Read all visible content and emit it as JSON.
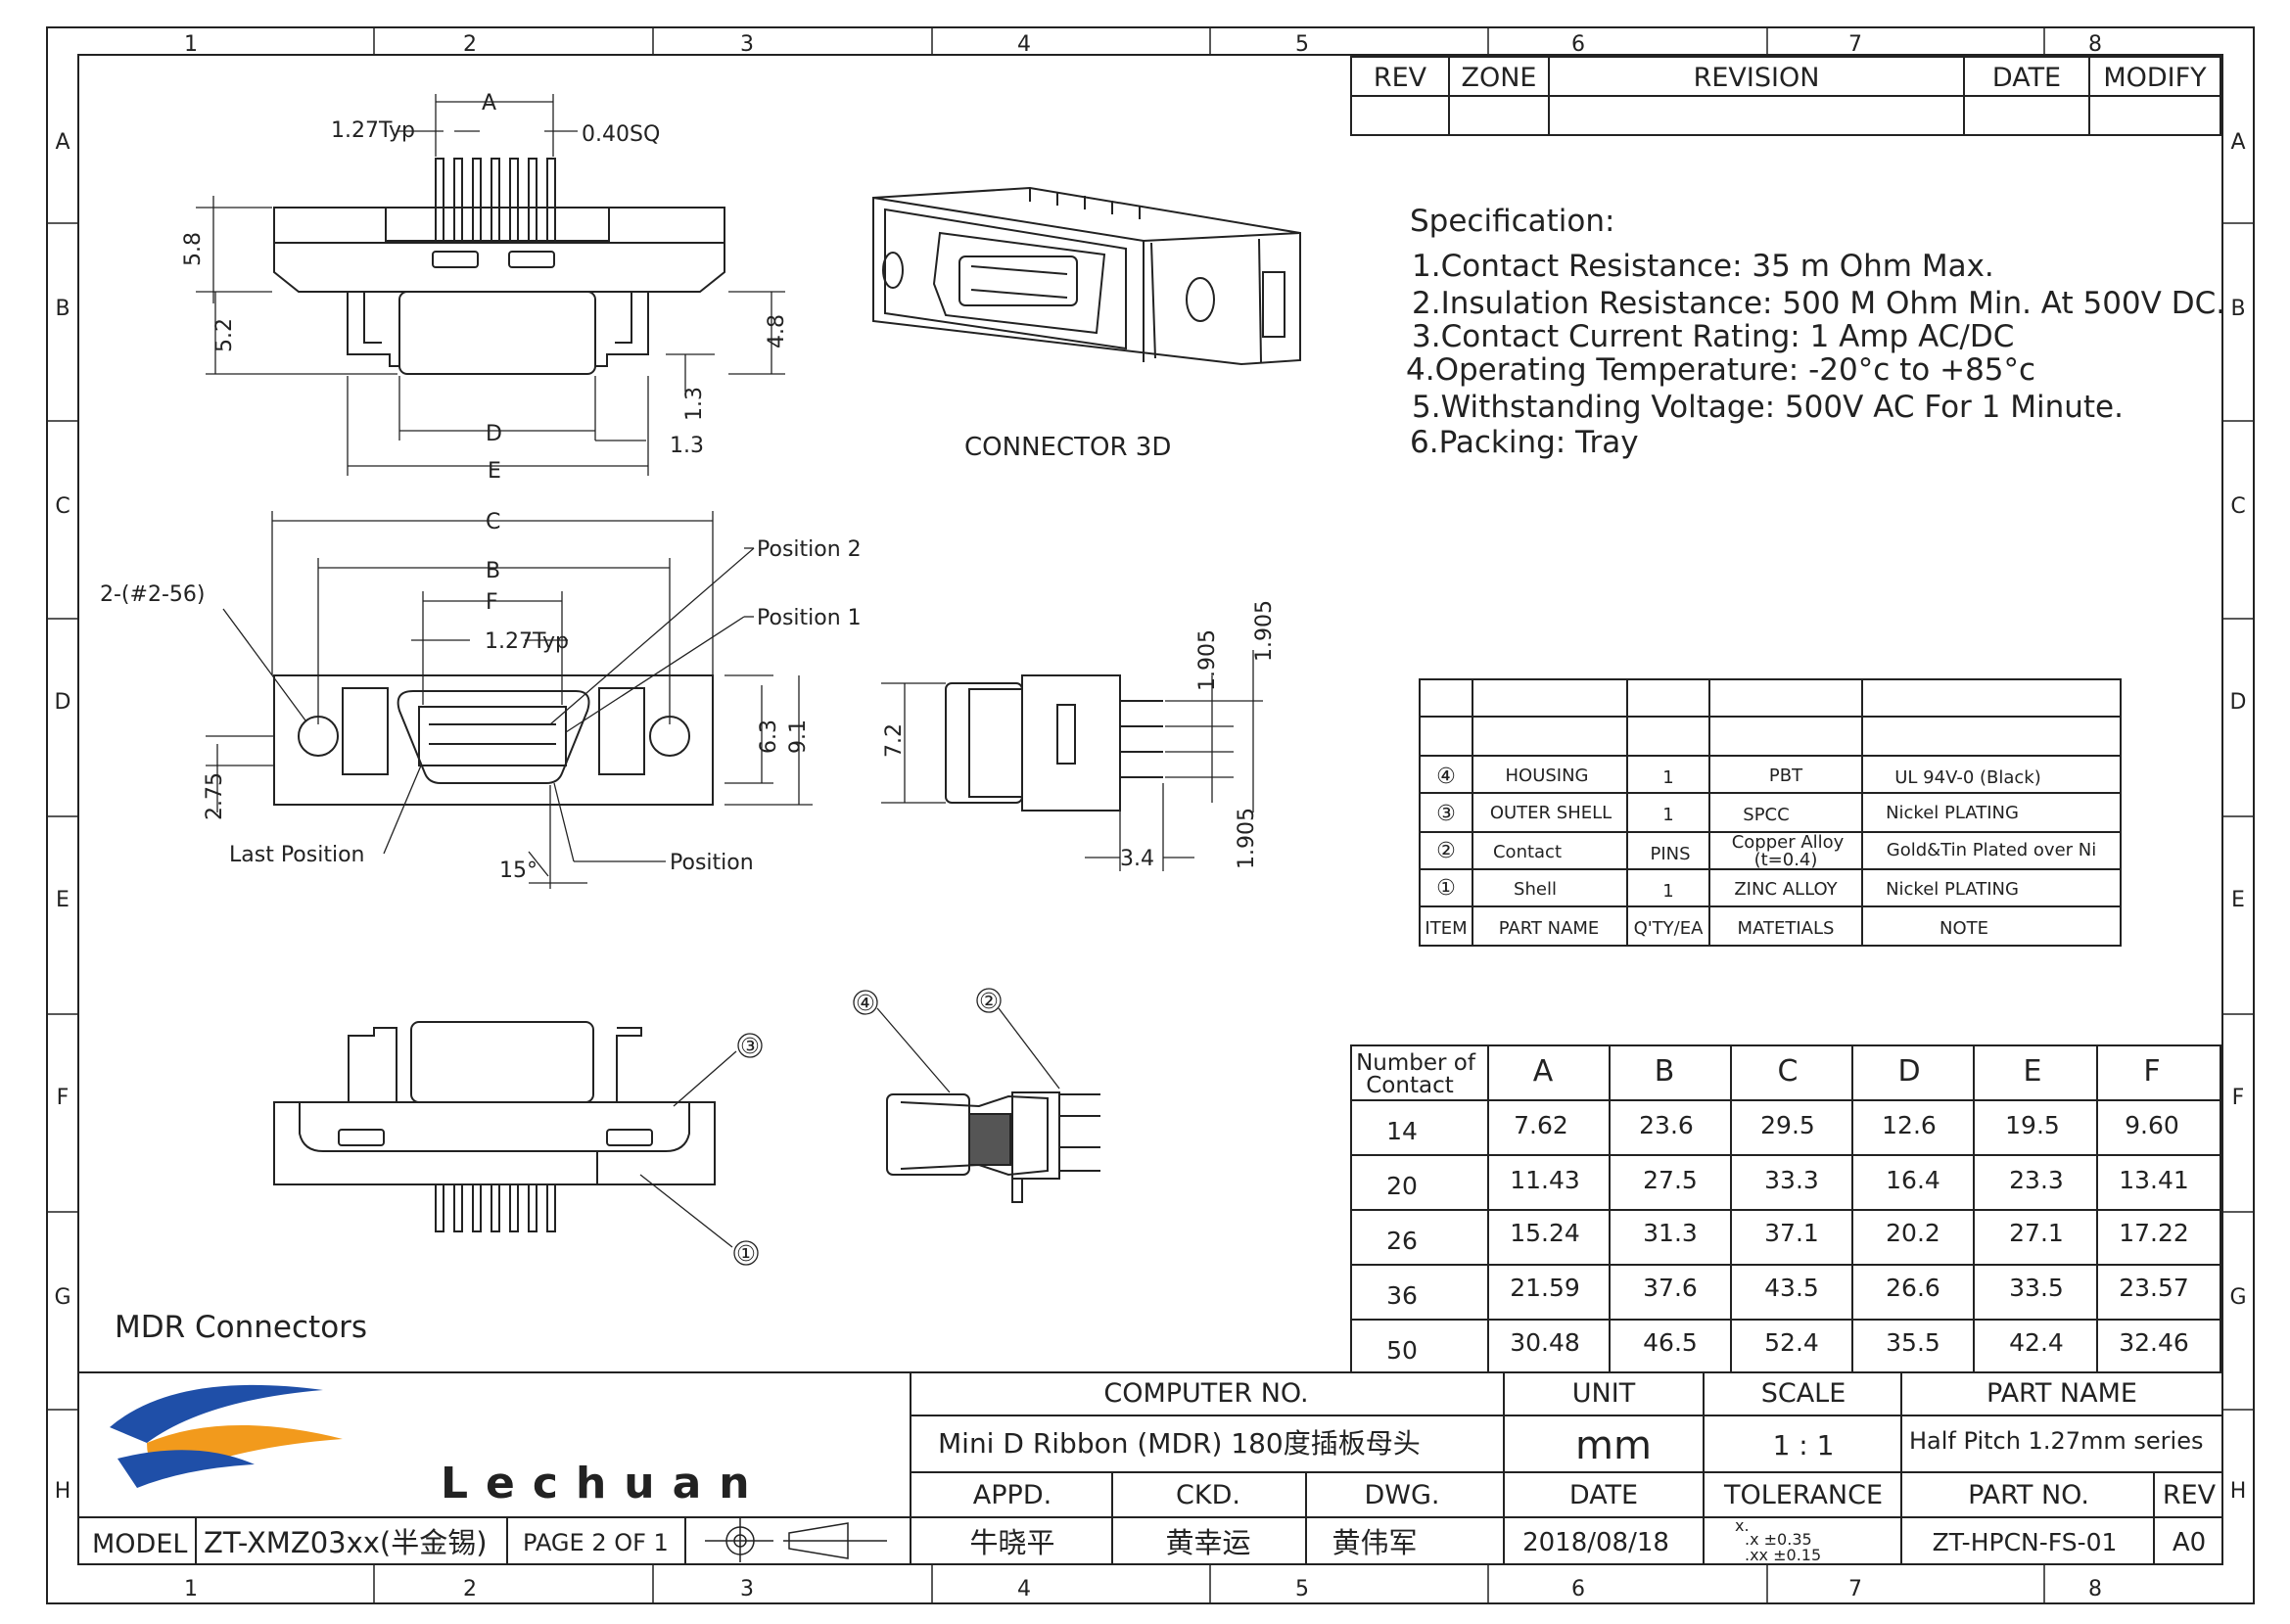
{
  "grid": {
    "columns": [
      "1",
      "2",
      "3",
      "4",
      "5",
      "6",
      "7",
      "8"
    ],
    "rows": [
      "A",
      "B",
      "C",
      "D",
      "E",
      "F",
      "G",
      "H"
    ]
  },
  "revision_table": {
    "headers": [
      "REV",
      "ZONE",
      "REVISION",
      "DATE",
      "MODIFY"
    ]
  },
  "specification": {
    "title": "Specification:",
    "items": [
      "1.Contact Resistance: 35 m Ohm Max.",
      "2.Insulation Resistance: 500 M Ohm Min. At 500V DC.",
      "3.Contact Current Rating: 1 Amp AC/DC",
      "4.Operating Temperature: -20°c to +85°c",
      "5.Withstanding Voltage: 500V AC For 1 Minute.",
      "6.Packing: Tray"
    ]
  },
  "connector_3d_label": "CONNECTOR 3D",
  "views": {
    "top_dims": {
      "a": "A",
      "pitch": "1.27Typ",
      "sq": "0.40SQ",
      "h1": "5.8",
      "h2": "5.2",
      "h3": "4.8",
      "h4": "1.3",
      "d": "D",
      "d2": "1.3",
      "e": "E"
    },
    "front_dims": {
      "c": "C",
      "b": "B",
      "f": "F",
      "pitch": "1.27Typ",
      "screw": "2-(#2-56)",
      "pos2": "Position  2",
      "pos1": "Position  1",
      "h1": "6.3",
      "h2": "9.1",
      "h3": "2.75",
      "last": "Last Position",
      "angle": "15°",
      "position": "Position"
    },
    "side_dims": {
      "h": "7.2",
      "p1": "1.905",
      "p2": "1.905",
      "p3": "1.905",
      "w": "3.4"
    },
    "callouts": [
      "③",
      "①",
      "④",
      "②"
    ]
  },
  "parts_table": {
    "rows": [
      {
        "item": "④",
        "name": "HOUSING",
        "qty": "1",
        "material": "PBT",
        "note": "UL 94V-0 (Black)"
      },
      {
        "item": "③",
        "name": "OUTER SHELL",
        "qty": "1",
        "material": "SPCC",
        "note": "Nickel PLATING"
      },
      {
        "item": "②",
        "name": "Contact",
        "qty": "PINS",
        "material": "Copper Alloy",
        "material2": "(t=0.4)",
        "note": "Gold&Tin Plated over Ni"
      },
      {
        "item": "①",
        "name": "Shell",
        "qty": "1",
        "material": "ZINC ALLOY",
        "note": "Nickel PLATING"
      }
    ],
    "headers": {
      "item": "ITEM",
      "name": "PART NAME",
      "qty": "Q'TY/EA",
      "material": "MATETIALS",
      "note": "NOTE"
    }
  },
  "dimension_table": {
    "header_line1": "Number of",
    "header_line2": "Contact",
    "columns": [
      "A",
      "B",
      "C",
      "D",
      "E",
      "F"
    ],
    "rows": [
      {
        "n": "14",
        "v": [
          "7.62",
          "23.6",
          "29.5",
          "12.6",
          "19.5",
          "9.60"
        ]
      },
      {
        "n": "20",
        "v": [
          "11.43",
          "27.5",
          "33.3",
          "16.4",
          "23.3",
          "13.41"
        ]
      },
      {
        "n": "26",
        "v": [
          "15.24",
          "31.3",
          "37.1",
          "20.2",
          "27.1",
          "17.22"
        ]
      },
      {
        "n": "36",
        "v": [
          "21.59",
          "37.6",
          "43.5",
          "26.6",
          "33.5",
          "23.57"
        ]
      },
      {
        "n": "50",
        "v": [
          "30.48",
          "46.5",
          "52.4",
          "35.5",
          "42.4",
          "32.46"
        ]
      }
    ]
  },
  "caption": "MDR Connectors",
  "title_block": {
    "brand": "Lechuan",
    "computer_no_label": "COMPUTER    NO.",
    "product": "Mini D Ribbon (MDR) 180度插板母头",
    "unit_label": "UNIT",
    "unit": "mm",
    "scale_label": "SCALE",
    "scale": "1 : 1",
    "part_name_label": "PART    NAME",
    "part_name": "Half Pitch 1.27mm series",
    "appd_label": "APPD.",
    "ckd_label": "CKD.",
    "dwg_label": "DWG.",
    "date_label": "DATE",
    "tolerance_label": "TOLERANCE",
    "part_no_label": "PART NO.",
    "rev_label": "REV",
    "model_label": "MODEL",
    "model": "ZT-XMZ03xx(半金锡)",
    "page": "PAGE 2 OF 1",
    "appd": "牛晓平",
    "ckd": "黄幸运",
    "dwg": "黄伟军",
    "date": "2018/08/18",
    "tol_x": "x.",
    "tol_1": ".x   ±0.35",
    "tol_2": ".xx  ±0.15",
    "part_no": "ZT-HPCN-FS-01",
    "rev": "A0"
  },
  "colors": {
    "line": "#222222",
    "brand_blue": "#1f4fa8",
    "brand_orange": "#f29a1c",
    "brand_text": "#5a5a5a",
    "watermark": "#c9c9c9"
  }
}
